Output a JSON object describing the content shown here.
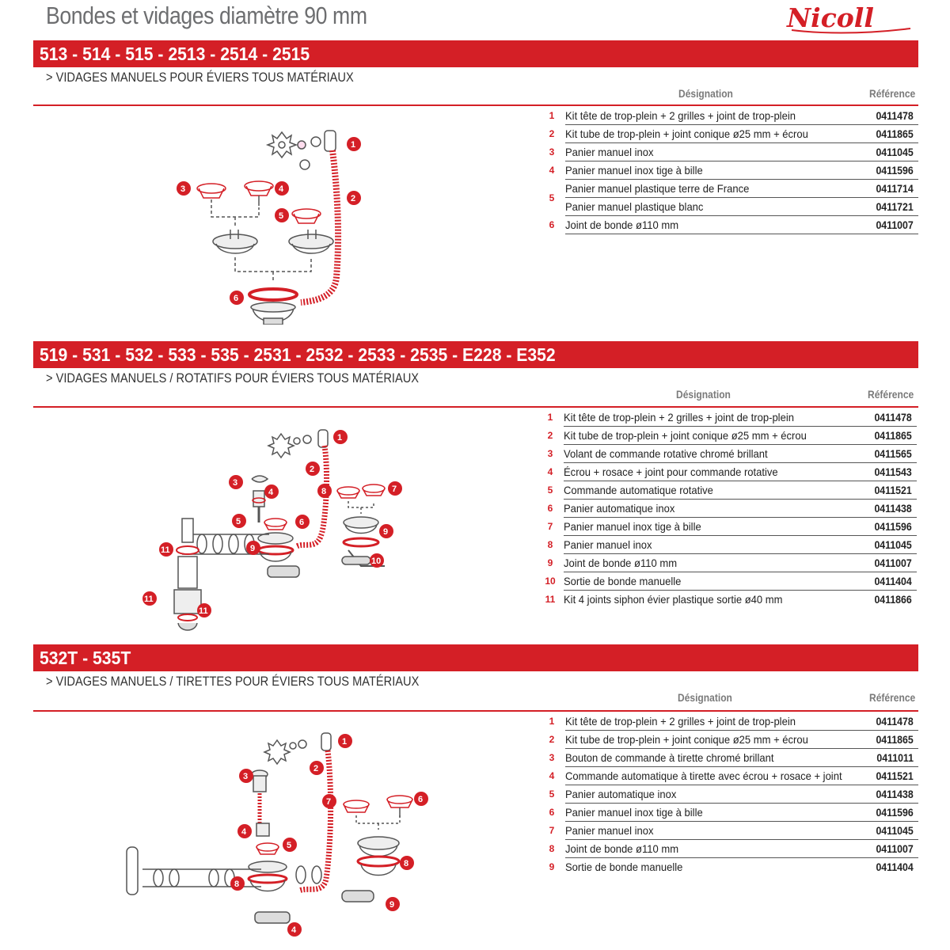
{
  "page": {
    "title": "Bondes et vidages diamètre 90 mm",
    "logo_text": "Nicoll",
    "brand_color": "#d41f26"
  },
  "sections": [
    {
      "title": "513 - 514 - 515 - 2513 - 2514 - 2515",
      "subtitle": "> VIDAGES MANUELS POUR ÉVIERS TOUS MATÉRIAUX",
      "col_designation": "Désignation",
      "col_reference": "Référence",
      "rows": [
        {
          "num": "1",
          "designation": "Kit tête de trop-plein + 2 grilles + joint de trop-plein",
          "reference": "0411478"
        },
        {
          "num": "2",
          "designation": "Kit tube de trop-plein + joint conique ø25 mm + écrou",
          "reference": "0411865"
        },
        {
          "num": "3",
          "designation": "Panier manuel inox",
          "reference": "0411045"
        },
        {
          "num": "4",
          "designation": "Panier manuel inox tige à bille",
          "reference": "0411596"
        },
        {
          "num": "5",
          "designation": "Panier manuel plastique terre de France",
          "reference": "0411714"
        },
        {
          "num": "",
          "designation": "Panier manuel plastique blanc",
          "reference": "0411721"
        },
        {
          "num": "6",
          "designation": "Joint de bonde ø110 mm",
          "reference": "0411007"
        }
      ],
      "diagram_labels": [
        "1",
        "2",
        "3",
        "4",
        "5",
        "6"
      ]
    },
    {
      "title": "519 - 531 - 532 - 533 - 535 - 2531 - 2532 - 2533 - 2535 - E228 - E352",
      "subtitle": "> VIDAGES MANUELS / ROTATIFS POUR ÉVIERS TOUS MATÉRIAUX",
      "col_designation": "Désignation",
      "col_reference": "Référence",
      "rows": [
        {
          "num": "1",
          "designation": "Kit tête de trop-plein + 2 grilles + joint de trop-plein",
          "reference": "0411478"
        },
        {
          "num": "2",
          "designation": "Kit tube de trop-plein + joint conique ø25 mm + écrou",
          "reference": "0411865"
        },
        {
          "num": "3",
          "designation": "Volant de commande rotative chromé brillant",
          "reference": "0411565"
        },
        {
          "num": "4",
          "designation": "Écrou + rosace + joint pour commande rotative",
          "reference": "0411543"
        },
        {
          "num": "5",
          "designation": "Commande automatique rotative",
          "reference": "0411521"
        },
        {
          "num": "6",
          "designation": "Panier automatique inox",
          "reference": "0411438"
        },
        {
          "num": "7",
          "designation": "Panier manuel inox tige à bille",
          "reference": "0411596"
        },
        {
          "num": "8",
          "designation": "Panier manuel inox",
          "reference": "0411045"
        },
        {
          "num": "9",
          "designation": "Joint de bonde ø110 mm",
          "reference": "0411007"
        },
        {
          "num": "10",
          "designation": "Sortie de bonde manuelle",
          "reference": "0411404"
        },
        {
          "num": "11",
          "designation": "Kit 4 joints siphon évier plastique sortie ø40 mm",
          "reference": "0411866"
        }
      ],
      "diagram_labels": [
        "1",
        "2",
        "3",
        "4",
        "5",
        "6",
        "7",
        "8",
        "9",
        "10",
        "11"
      ]
    },
    {
      "title": "532T - 535T",
      "subtitle": "> VIDAGES MANUELS / TIRETTES POUR ÉVIERS TOUS MATÉRIAUX",
      "col_designation": "Désignation",
      "col_reference": "Référence",
      "rows": [
        {
          "num": "1",
          "designation": "Kit tête de trop-plein + 2 grilles + joint de trop-plein",
          "reference": "0411478"
        },
        {
          "num": "2",
          "designation": "Kit tube de trop-plein + joint conique ø25 mm + écrou",
          "reference": "0411865"
        },
        {
          "num": "3",
          "designation": "Bouton de commande à tirette chromé brillant",
          "reference": "0411011"
        },
        {
          "num": "4",
          "designation": "Commande automatique à tirette avec écrou + rosace + joint",
          "reference": "0411521"
        },
        {
          "num": "5",
          "designation": "Panier automatique inox",
          "reference": "0411438"
        },
        {
          "num": "6",
          "designation": "Panier manuel inox tige à bille",
          "reference": "0411596"
        },
        {
          "num": "7",
          "designation": "Panier manuel inox",
          "reference": "0411045"
        },
        {
          "num": "8",
          "designation": "Joint de bonde ø110 mm",
          "reference": "0411007"
        },
        {
          "num": "9",
          "designation": "Sortie de bonde manuelle",
          "reference": "0411404"
        }
      ],
      "diagram_labels": [
        "1",
        "2",
        "3",
        "4",
        "5",
        "6",
        "7",
        "8",
        "9"
      ]
    }
  ]
}
